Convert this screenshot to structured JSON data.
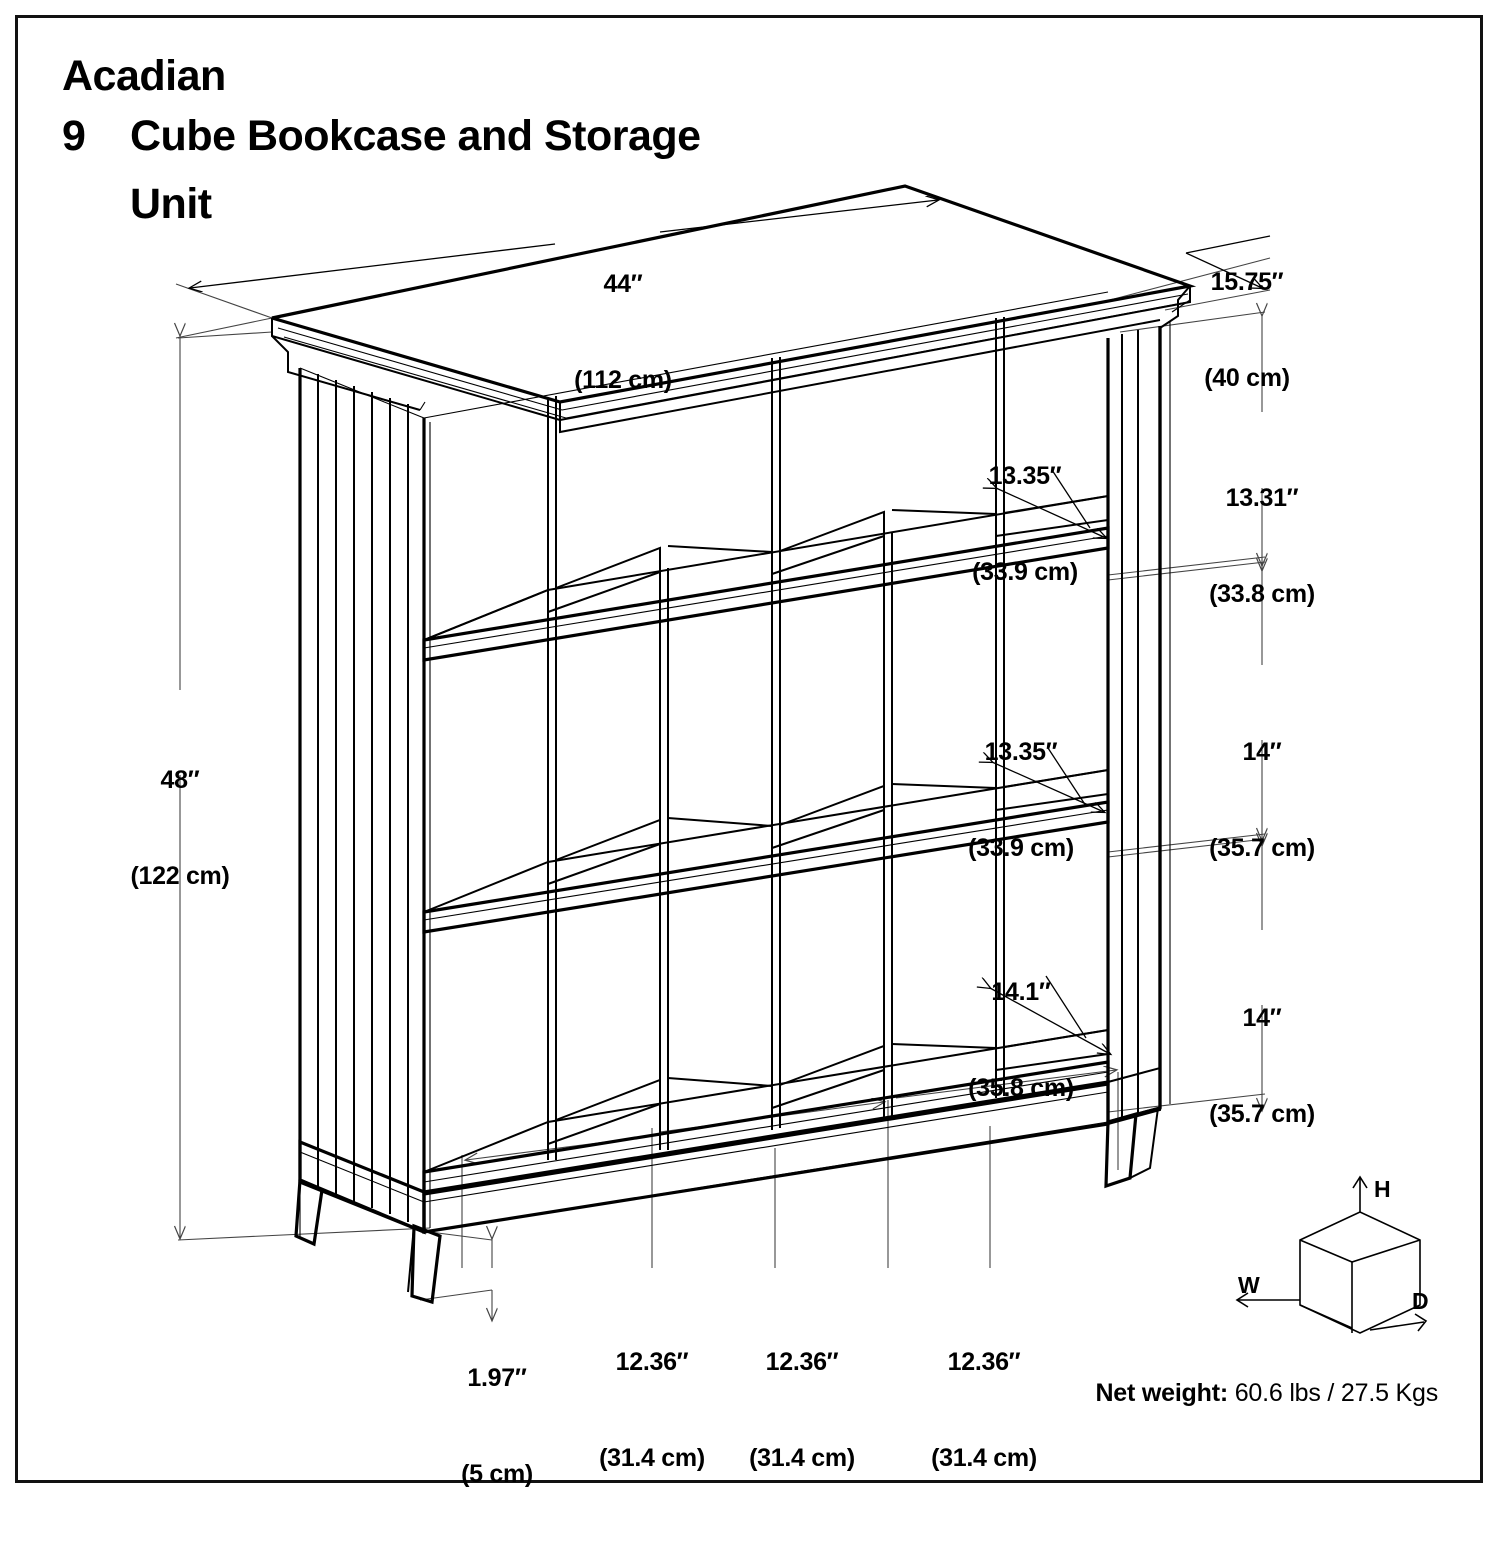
{
  "product": {
    "brand_line": "Acadian",
    "cube_count": "9",
    "name_line": "Cube Bookcase and Storage",
    "name_line2": "Unit"
  },
  "net_weight": {
    "label": "Net weight:",
    "value": "60.6 lbs / 27.5 Kgs"
  },
  "legend": {
    "width_axis": "W",
    "height_axis": "H",
    "depth_axis": "D"
  },
  "dimensions": {
    "overall_width": {
      "imperial": "44″",
      "metric": "(112 cm)"
    },
    "overall_depth": {
      "imperial": "15.75″",
      "metric": "(40 cm)"
    },
    "overall_height": {
      "imperial": "48″",
      "metric": "(122 cm)"
    },
    "top_row_height": {
      "imperial": "13.31″",
      "metric": "(33.8 cm)"
    },
    "middle_row_height": {
      "imperial": "14″",
      "metric": "(35.7 cm)"
    },
    "bottom_row_height": {
      "imperial": "14″",
      "metric": "(35.7 cm)"
    },
    "top_cube_depth": {
      "imperial": "13.35″",
      "metric": "(33.9 cm)"
    },
    "middle_cube_depth": {
      "imperial": "13.35″",
      "metric": "(33.9 cm)"
    },
    "bottom_cube_depth": {
      "imperial": "14.1″",
      "metric": "(35.8 cm)"
    },
    "base_clearance": {
      "imperial": "1.97″",
      "metric": "(5 cm)"
    },
    "cube_width_left": {
      "imperial": "12.36″",
      "metric": "(31.4 cm)"
    },
    "cube_width_center": {
      "imperial": "12.36″",
      "metric": "(31.4 cm)"
    },
    "cube_width_right": {
      "imperial": "12.36″",
      "metric": "(31.4 cm)"
    }
  },
  "colors": {
    "line": "#000000",
    "background": "#ffffff",
    "dimension_line": "#444444"
  }
}
